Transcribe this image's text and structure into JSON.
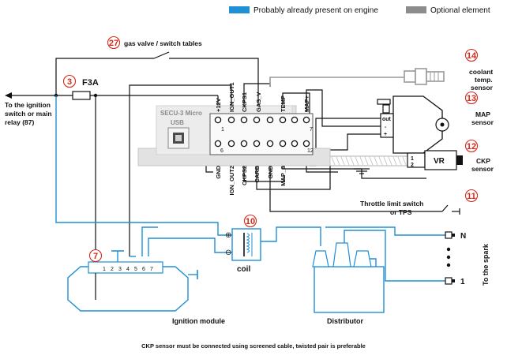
{
  "legend": {
    "present_label": "Probably already present on engine",
    "optional_label": "Optional element",
    "present_color": "#1f90d6",
    "optional_color": "#8c8c8c"
  },
  "labels": {
    "gas_valve": "gas valve / switch tables",
    "fuse": "F3A",
    "ign_switch": [
      "To the ignition",
      "switch or main",
      "relay (87)"
    ],
    "board_title": "SECU-3 Micro",
    "usb": "USB",
    "top_pins": [
      "+12V",
      "IGN_OUT1",
      "CKPS1",
      "GAS_V",
      "TEMP",
      "MAP+"
    ],
    "bottom_pins": [
      "GND",
      "IGN_OUT2",
      "CKPS2",
      "CARB",
      "GND",
      "MAP_S"
    ],
    "pin_numbers": {
      "top_left": "1",
      "top_right": "7",
      "bottom_left": "6",
      "bottom_right": "12"
    },
    "coolant": [
      "coolant",
      "temp.",
      "sensor"
    ],
    "map_sensor": [
      "MAP",
      "sensor"
    ],
    "map_pins": [
      "out",
      "-",
      "+"
    ],
    "vr": "VR",
    "vr_pins": [
      "1",
      "2"
    ],
    "ckp_sensor": [
      "CKP",
      "sensor"
    ],
    "throttle": [
      "Throttle limit switch",
      "or TPS"
    ],
    "coil": "coil",
    "coil_plus": "⊕",
    "coil_minus": "⊖",
    "ignition_module": "Ignition module",
    "module_pins": [
      "1",
      "2",
      "3",
      "4",
      "5",
      "6",
      "7"
    ],
    "distributor": "Distributor",
    "spark": "To the spark",
    "spark_n": "N",
    "spark_1": "1",
    "footnote": "CKP sensor must be connected using screened cable, twisted pair is preferable"
  },
  "callouts": {
    "gas_valve": "27",
    "fuse": "3",
    "module": "7",
    "coil": "10",
    "throttle": "11",
    "ckp": "12",
    "map": "13",
    "coolant": "14"
  }
}
